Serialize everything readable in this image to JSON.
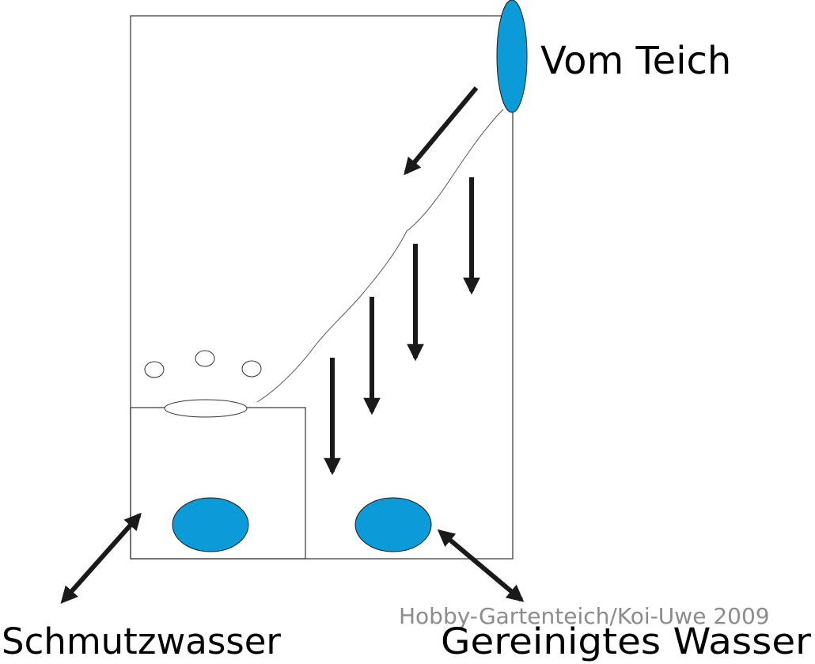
{
  "labels": {
    "inlet": "Vom Teich",
    "dirty_water": "Schmutzwasser",
    "clean_water": "Gereinigtes Wasser"
  },
  "watermark": "Hobby-Gartenteich/Koi-Uwe 2009",
  "colors": {
    "water": "#0b9bd8",
    "arrow": "#1a1a1a",
    "outline": "#333333",
    "watermark": "#8c8c8c"
  }
}
